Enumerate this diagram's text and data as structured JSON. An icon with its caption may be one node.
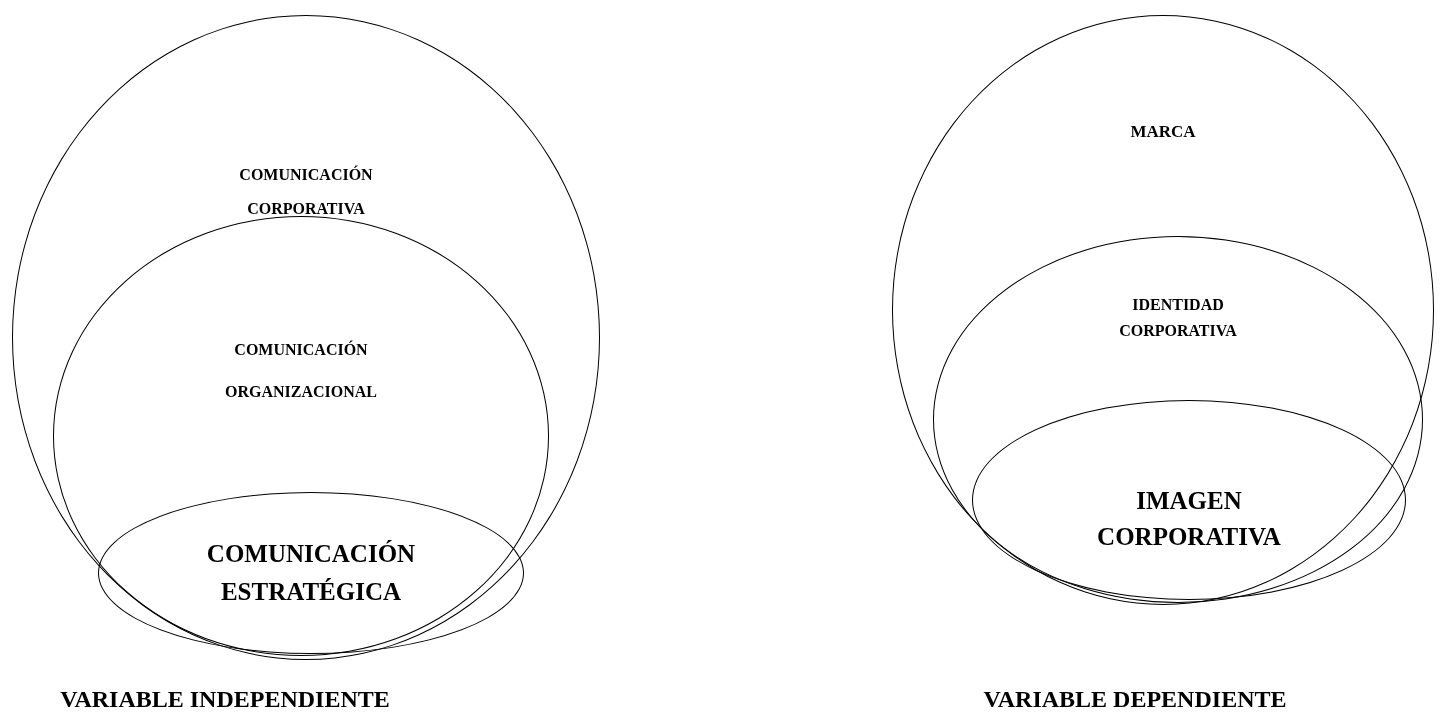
{
  "diagram": {
    "nodes": [
      {
        "text": [
          "COMUNICACIÓN CORPORATIVA"
        ]
      },
      {
        "text": [
          "COMUNICACIÓN ORGANIZACIONAL"
        ],
        "in": 0
      },
      {
        "text": [
          "COMUNICACIÓN ESTRATÉGICA"
        ],
        "in": 1
      },
      {
        "text": [
          "MARCA"
        ]
      },
      {
        "text": [
          "IDENTIDAD CORPORATIVA"
        ],
        "in": 3
      },
      {
        "text": [
          "IMAGEN CORPORATIVA"
        ],
        "in": 4
      }
    ],
    "labels": [
      "VARIABLE INDEPENDIENTE",
      "VARIABLE DEPENDIENTE"
    ]
  }
}
